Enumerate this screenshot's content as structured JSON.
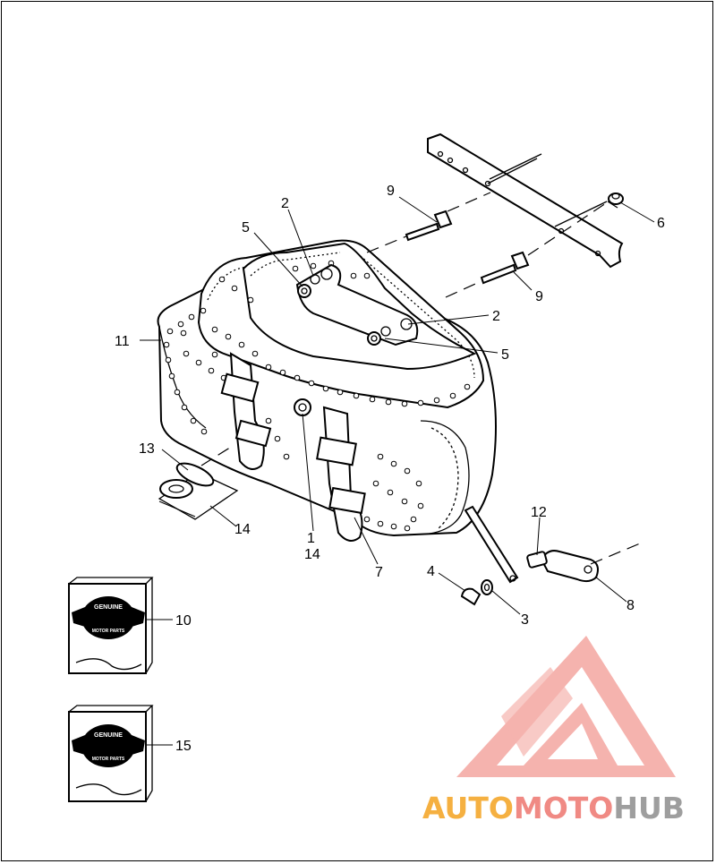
{
  "callouts": {
    "c1": "1",
    "c2a": "2",
    "c2b": "2",
    "c3": "3",
    "c4": "4",
    "c5a": "5",
    "c5b": "5",
    "c6": "6",
    "c7": "7",
    "c8": "8",
    "c9a": "9",
    "c9b": "9",
    "c10": "10",
    "c11": "11",
    "c12": "12",
    "c13": "13",
    "c14a": "14",
    "c14b": "14",
    "c15": "15"
  },
  "packages": {
    "brand_top": "GENUINE",
    "brand_bottom": "MOTOR PARTS"
  },
  "watermark": {
    "part1": "AUTO",
    "part2": "MOTO",
    "part3": "HUB",
    "color_orange": "#f5b041",
    "color_red": "#f08a84",
    "color_gray": "#9e9e9e"
  }
}
